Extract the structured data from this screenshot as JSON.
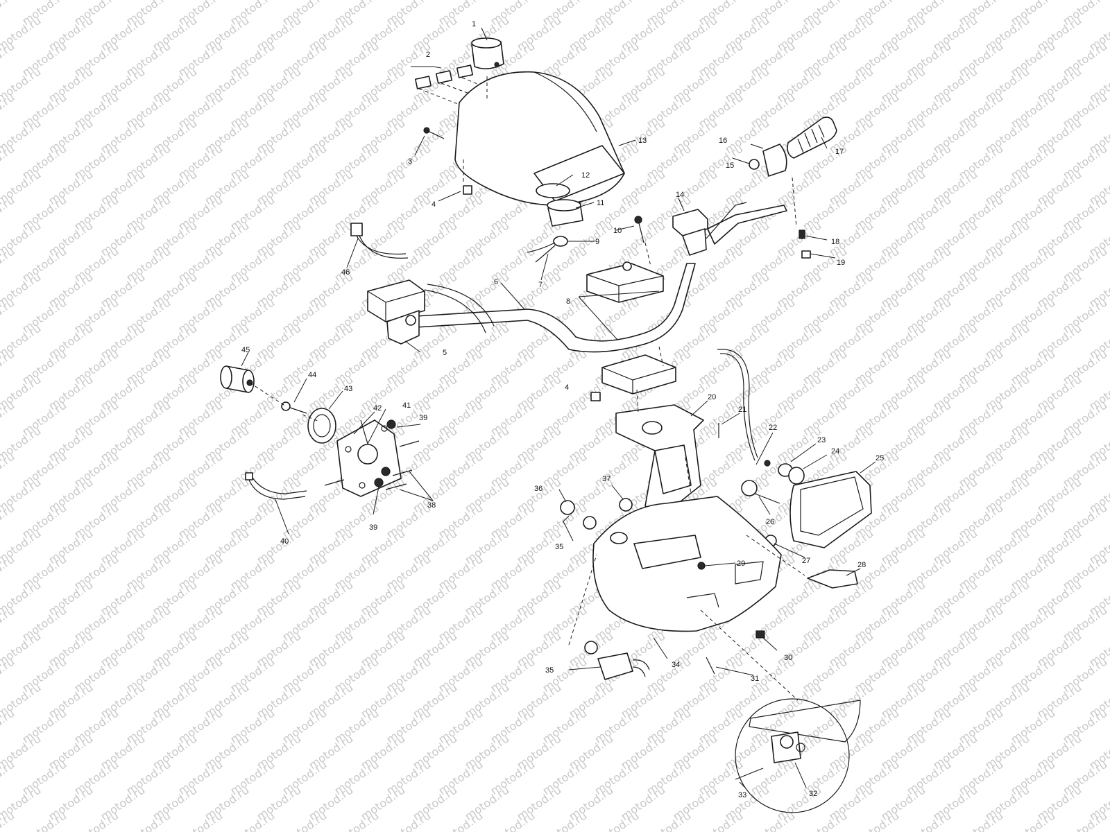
{
  "watermark": {
    "text": "motod.ru",
    "color": "#c8c8c8"
  },
  "line_color": "#1a1a1a",
  "callouts": [
    {
      "id": "1",
      "label": "1"
    },
    {
      "id": "2",
      "label": "2"
    },
    {
      "id": "3",
      "label": "3"
    },
    {
      "id": "4a",
      "label": "4"
    },
    {
      "id": "4b",
      "label": "4"
    },
    {
      "id": "5",
      "label": "5"
    },
    {
      "id": "6",
      "label": "6"
    },
    {
      "id": "7",
      "label": "7"
    },
    {
      "id": "8",
      "label": "8"
    },
    {
      "id": "9",
      "label": "9"
    },
    {
      "id": "10",
      "label": "10"
    },
    {
      "id": "11",
      "label": "11"
    },
    {
      "id": "12",
      "label": "12"
    },
    {
      "id": "13",
      "label": "13"
    },
    {
      "id": "14",
      "label": "14"
    },
    {
      "id": "15",
      "label": "15"
    },
    {
      "id": "16",
      "label": "16"
    },
    {
      "id": "17",
      "label": "17"
    },
    {
      "id": "18",
      "label": "18"
    },
    {
      "id": "19",
      "label": "19"
    },
    {
      "id": "20",
      "label": "20"
    },
    {
      "id": "21",
      "label": "21"
    },
    {
      "id": "22",
      "label": "22"
    },
    {
      "id": "23",
      "label": "23"
    },
    {
      "id": "24",
      "label": "24"
    },
    {
      "id": "25",
      "label": "25"
    },
    {
      "id": "26",
      "label": "26"
    },
    {
      "id": "27",
      "label": "27"
    },
    {
      "id": "28",
      "label": "28"
    },
    {
      "id": "29",
      "label": "29"
    },
    {
      "id": "30",
      "label": "30"
    },
    {
      "id": "31",
      "label": "31"
    },
    {
      "id": "32",
      "label": "32"
    },
    {
      "id": "33",
      "label": "33"
    },
    {
      "id": "34",
      "label": "34"
    },
    {
      "id": "35a",
      "label": "35"
    },
    {
      "id": "35b",
      "label": "35"
    },
    {
      "id": "36",
      "label": "36"
    },
    {
      "id": "37",
      "label": "37"
    },
    {
      "id": "38",
      "label": "38"
    },
    {
      "id": "39a",
      "label": "39"
    },
    {
      "id": "39b",
      "label": "39"
    },
    {
      "id": "40",
      "label": "40"
    },
    {
      "id": "41",
      "label": "41"
    },
    {
      "id": "42",
      "label": "42"
    },
    {
      "id": "43",
      "label": "43"
    },
    {
      "id": "44",
      "label": "44"
    },
    {
      "id": "45",
      "label": "45"
    },
    {
      "id": "46",
      "label": "46"
    }
  ]
}
